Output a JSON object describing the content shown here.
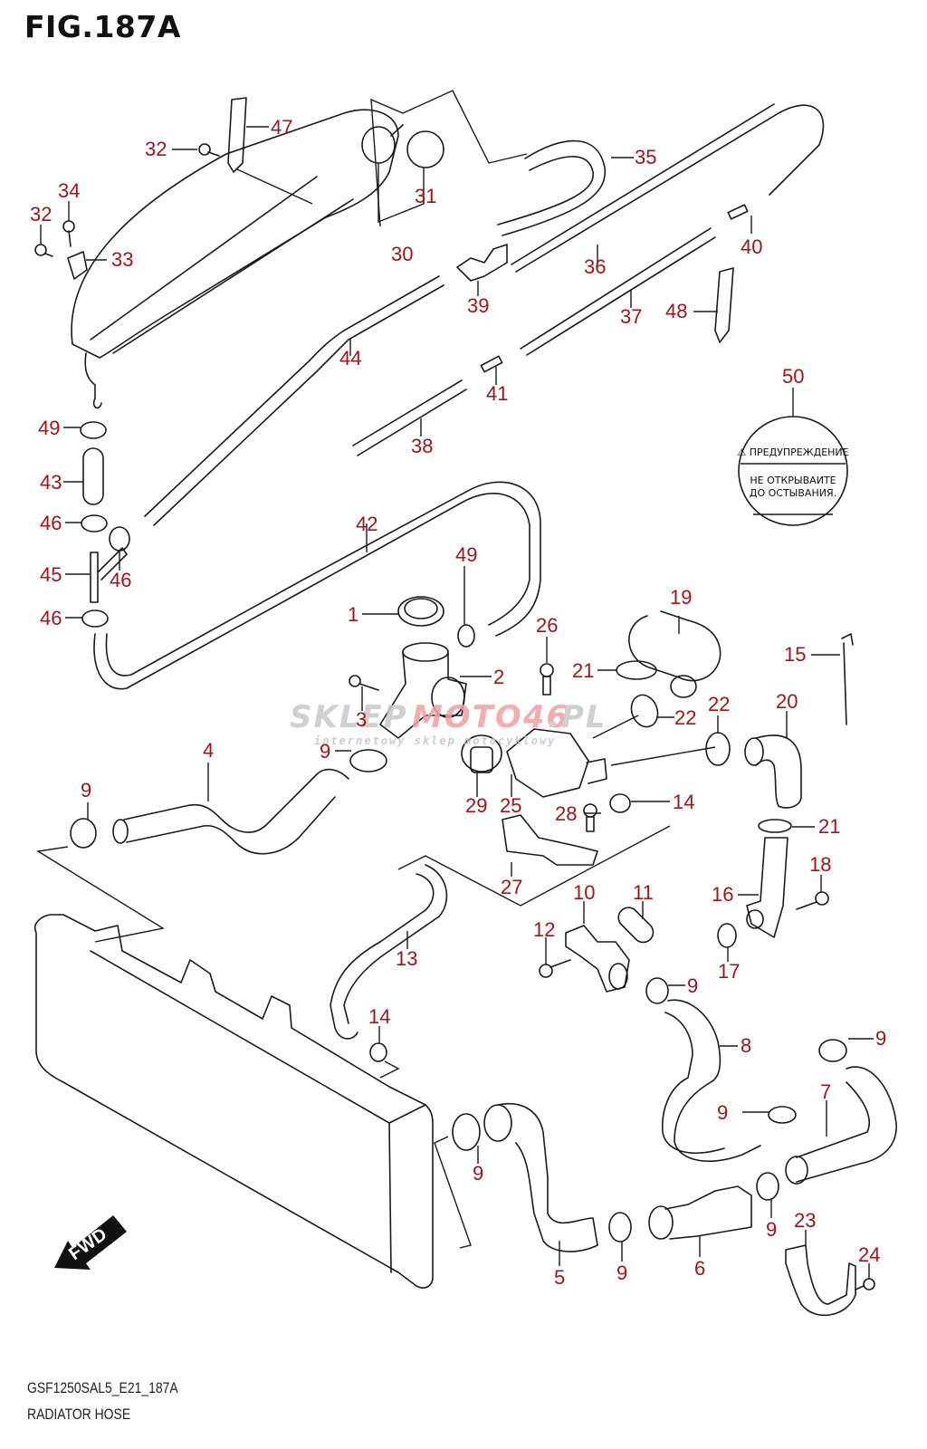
{
  "figure": {
    "title": "FIG.187A",
    "code": "GSF1250SAL5_E21_187A",
    "caption": "RADIATOR HOSE"
  },
  "colors": {
    "callout": "#a31515",
    "line": "#1a1a1a",
    "watermark_gray": "#c8c8c8",
    "watermark_red": "#f0a0a0"
  },
  "watermark": {
    "part1": "SKLEP",
    "part2": "MOTO46",
    "part3": ".PL",
    "subtitle": "internetowy sklep motocyklowy"
  },
  "warning_label": {
    "header": "⚠ ПРЕДУПРЕЖДЕНИЕ",
    "line1": "НЕ ОТКРЫВАИТЕ",
    "line2": "ДО ОСТЫВАНИЯ."
  },
  "fwd_arrow": {
    "text": "FWD"
  },
  "callouts": [
    {
      "id": "c47",
      "text": "47"
    },
    {
      "id": "c32a",
      "text": "32"
    },
    {
      "id": "c31",
      "text": "31"
    },
    {
      "id": "c35",
      "text": "35"
    },
    {
      "id": "c34",
      "text": "34"
    },
    {
      "id": "c32b",
      "text": "32"
    },
    {
      "id": "c33",
      "text": "33"
    },
    {
      "id": "c30",
      "text": "30"
    },
    {
      "id": "c36",
      "text": "36"
    },
    {
      "id": "c40",
      "text": "40"
    },
    {
      "id": "c39",
      "text": "39"
    },
    {
      "id": "c37",
      "text": "37"
    },
    {
      "id": "c48",
      "text": "48"
    },
    {
      "id": "c44",
      "text": "44"
    },
    {
      "id": "c41",
      "text": "41"
    },
    {
      "id": "c50",
      "text": "50"
    },
    {
      "id": "c49a",
      "text": "49"
    },
    {
      "id": "c38",
      "text": "38"
    },
    {
      "id": "c43",
      "text": "43"
    },
    {
      "id": "c46a",
      "text": "46"
    },
    {
      "id": "c42",
      "text": "42"
    },
    {
      "id": "c46b",
      "text": "46"
    },
    {
      "id": "c45",
      "text": "45"
    },
    {
      "id": "c49b",
      "text": "49"
    },
    {
      "id": "c46c",
      "text": "46"
    },
    {
      "id": "c1",
      "text": "1"
    },
    {
      "id": "c19",
      "text": "19"
    },
    {
      "id": "c26",
      "text": "26"
    },
    {
      "id": "c21a",
      "text": "21"
    },
    {
      "id": "c2",
      "text": "2"
    },
    {
      "id": "c15",
      "text": "15"
    },
    {
      "id": "c3",
      "text": "3"
    },
    {
      "id": "c22a",
      "text": "22"
    },
    {
      "id": "c22b",
      "text": "22"
    },
    {
      "id": "c20",
      "text": "20"
    },
    {
      "id": "c4",
      "text": "4"
    },
    {
      "id": "c9a",
      "text": "9"
    },
    {
      "id": "c29",
      "text": "29"
    },
    {
      "id": "c25",
      "text": "25"
    },
    {
      "id": "c9b",
      "text": "9"
    },
    {
      "id": "c14a",
      "text": "14"
    },
    {
      "id": "c28",
      "text": "28"
    },
    {
      "id": "c21b",
      "text": "21"
    },
    {
      "id": "c27",
      "text": "27"
    },
    {
      "id": "c18",
      "text": "18"
    },
    {
      "id": "c10",
      "text": "10"
    },
    {
      "id": "c11",
      "text": "11"
    },
    {
      "id": "c16",
      "text": "16"
    },
    {
      "id": "c12",
      "text": "12"
    },
    {
      "id": "c17",
      "text": "17"
    },
    {
      "id": "c13",
      "text": "13"
    },
    {
      "id": "c9c",
      "text": "9"
    },
    {
      "id": "c14b",
      "text": "14"
    },
    {
      "id": "c8",
      "text": "8"
    },
    {
      "id": "c9d",
      "text": "9"
    },
    {
      "id": "c7",
      "text": "7"
    },
    {
      "id": "c9e",
      "text": "9"
    },
    {
      "id": "c9f",
      "text": "9"
    },
    {
      "id": "c23",
      "text": "23"
    },
    {
      "id": "c24",
      "text": "24"
    },
    {
      "id": "c9g",
      "text": "9"
    },
    {
      "id": "c9h",
      "text": "9"
    },
    {
      "id": "c5",
      "text": "5"
    },
    {
      "id": "c6",
      "text": "6"
    }
  ]
}
